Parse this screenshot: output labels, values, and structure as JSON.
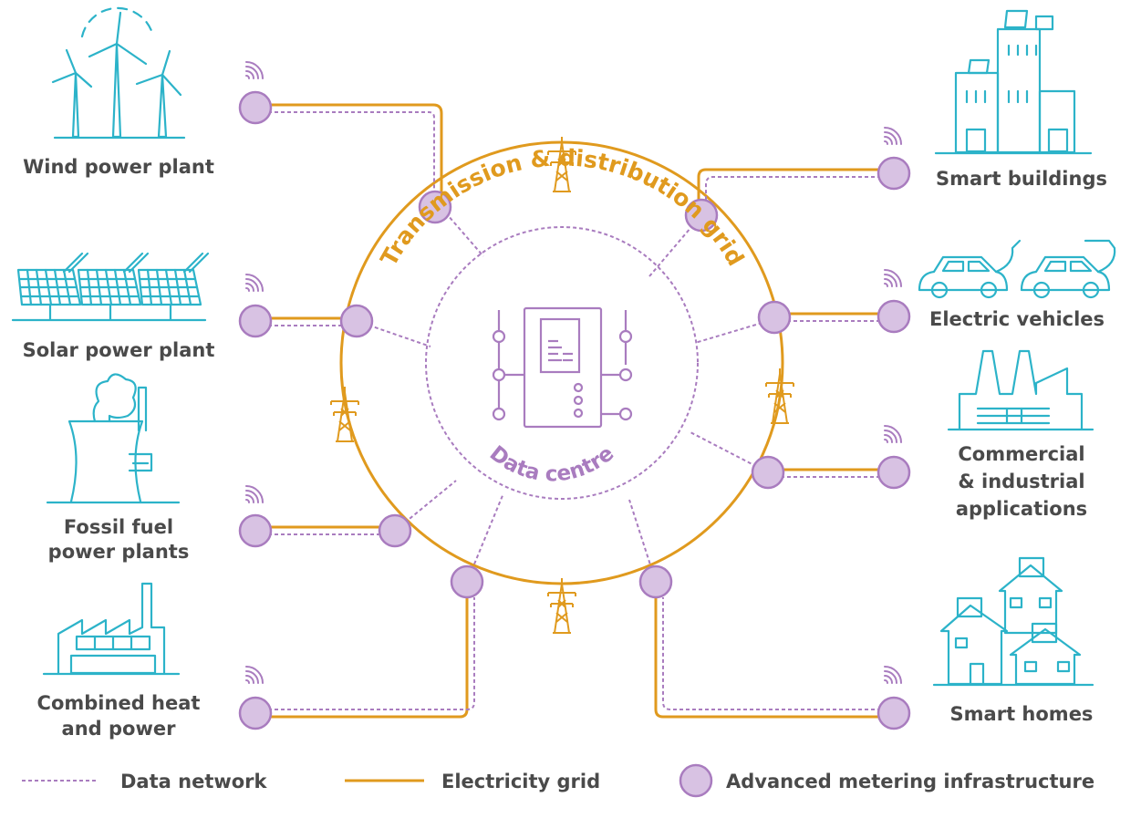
{
  "ring": {
    "title": "Transmission & distribution grid",
    "center_label": "Data centre"
  },
  "sources": {
    "wind": "Wind power plant",
    "solar": "Solar power plant",
    "fossil_line1": "Fossil fuel",
    "fossil_line2": "power plants",
    "chp_line1": "Combined heat",
    "chp_line2": "and power"
  },
  "consumers": {
    "buildings": "Smart buildings",
    "vehicles": "Electric vehicles",
    "industrial_line1": "Commercial",
    "industrial_line2": "& industrial",
    "industrial_line3": "applications",
    "homes": "Smart homes"
  },
  "legend": {
    "data_network": "Data network",
    "electricity_grid": "Electricity grid",
    "ami": "Advanced metering infrastructure"
  },
  "colors": {
    "grid": "#e09a1e",
    "data": "#a97cbf",
    "node_fill": "#d8c2e3",
    "icon": "#2cb3c9",
    "text": "#4a4a4a"
  }
}
